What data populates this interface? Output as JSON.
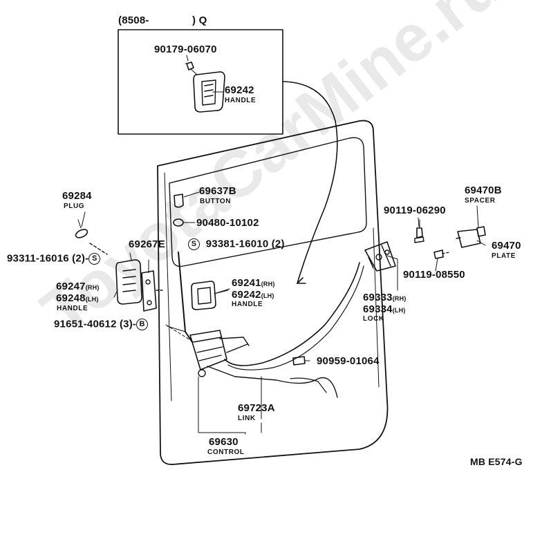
{
  "watermark": "ToyotaCarMine.ru",
  "figure_code": "MB E574-G",
  "inset": {
    "header_prefix": "(8508-",
    "header_suffix": ") Q"
  },
  "parts": {
    "p90179": {
      "number": "90179-06070"
    },
    "p69242_inset": {
      "number": "69242",
      "name": "HANDLE"
    },
    "p69284": {
      "number": "69284",
      "name": "PLUG"
    },
    "p93311": {
      "number": "93311-16016 (2)-",
      "symbol": "S"
    },
    "p69267": {
      "number": "69267E"
    },
    "p69247": {
      "number": "69247",
      "suffix": "(RH)"
    },
    "p69248": {
      "number": "69248",
      "suffix": "(LH)",
      "name": "HANDLE"
    },
    "p91651": {
      "number": "91651-40612 (3)-",
      "symbol": "B"
    },
    "p69637": {
      "number": "69637B",
      "name": "BUTTON"
    },
    "p90480": {
      "number": "90480-10102"
    },
    "p93381": {
      "symbol": "S",
      "number": "93381-16010 (2)"
    },
    "p69241": {
      "number": "69241",
      "suffix": "(RH)"
    },
    "p69242b": {
      "number": "69242",
      "suffix": "(LH)",
      "name": "HANDLE"
    },
    "p90119a": {
      "number": "90119-06290"
    },
    "p69470b": {
      "number": "69470B",
      "name": "SPACER"
    },
    "p69470": {
      "number": "69470",
      "name": "PLATE"
    },
    "p90119b": {
      "number": "90119-08550"
    },
    "p69333": {
      "number": "69333",
      "suffix": "(RH)"
    },
    "p69334": {
      "number": "69334",
      "suffix": "(LH)",
      "name": "LOCK"
    },
    "p90959": {
      "number": "90959-01064"
    },
    "p69723": {
      "number": "69723A",
      "name": "LINK"
    },
    "p69630": {
      "number": "69630",
      "name": "CONTROL"
    }
  }
}
